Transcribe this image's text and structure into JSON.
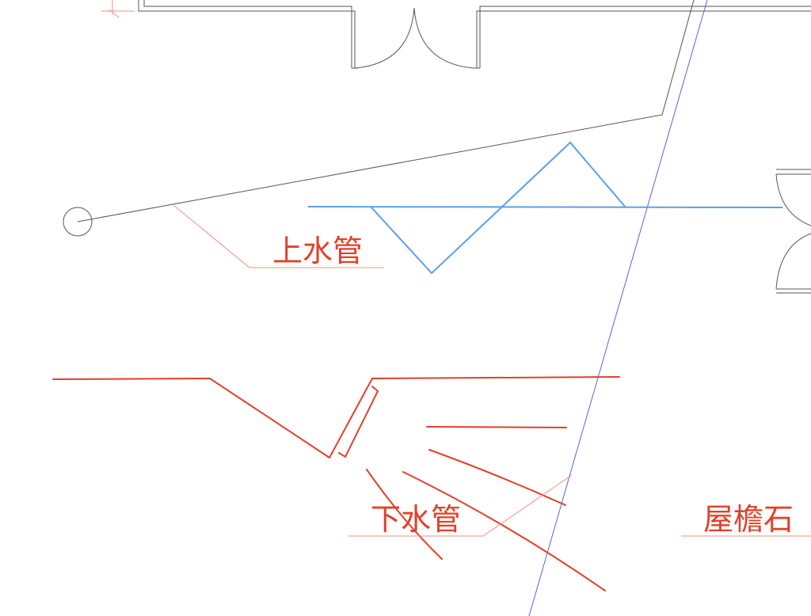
{
  "labels": {
    "upper_pipe": "上水管",
    "lower_pipe": "下水管",
    "eave_stone": "屋檐石"
  },
  "colors": {
    "annotation_red": "#e2402a",
    "leader_red": "#f09080",
    "pipe_blue": "#5aa0e6",
    "guide_violet": "#6060e0",
    "wall_gray": "#555555"
  }
}
